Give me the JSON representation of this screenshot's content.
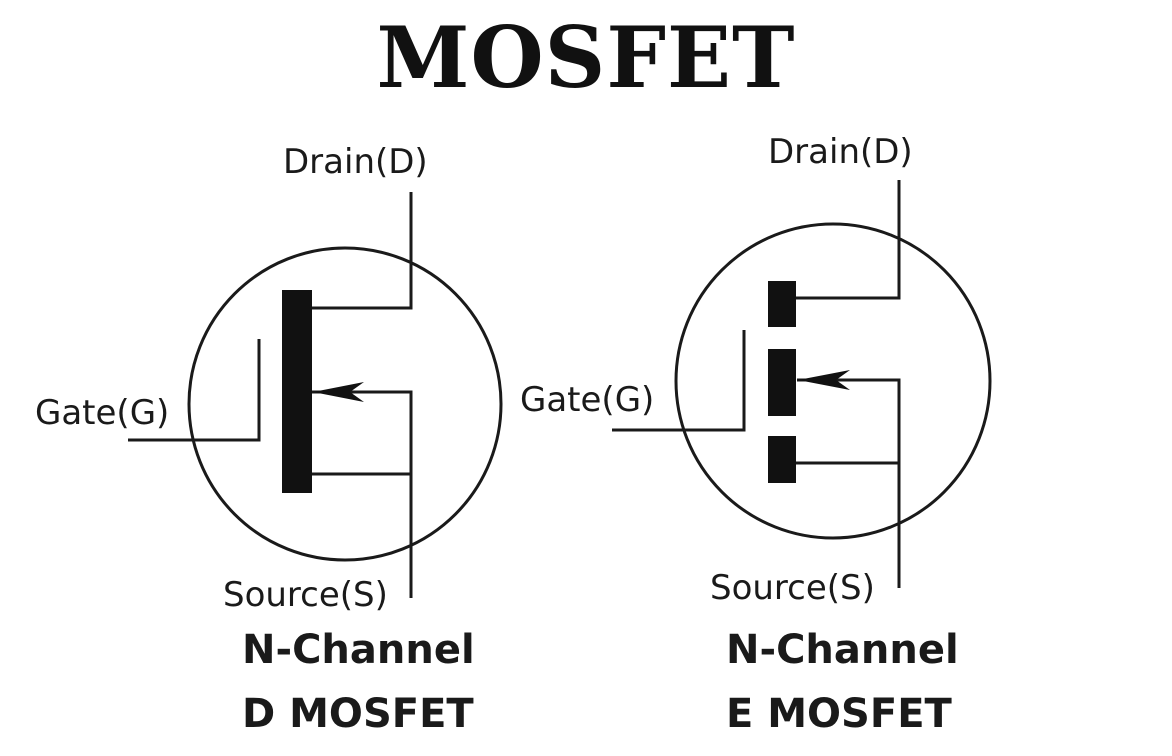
{
  "title": "MOSFET",
  "symbols": [
    {
      "id": "depletion",
      "drain_label": "Drain(D)",
      "gate_label": "Gate(G)",
      "source_label": "Source(S)",
      "caption_line1": "N-Channel",
      "caption_line2": "D MOSFET"
    },
    {
      "id": "enhancement",
      "drain_label": "Drain(D)",
      "gate_label": "Gate(G)",
      "source_label": "Source(S)",
      "caption_line1": "N-Channel",
      "caption_line2": "E MOSFET"
    }
  ],
  "colors": {
    "ink": "#1a1a1a",
    "background": "#ffffff"
  }
}
